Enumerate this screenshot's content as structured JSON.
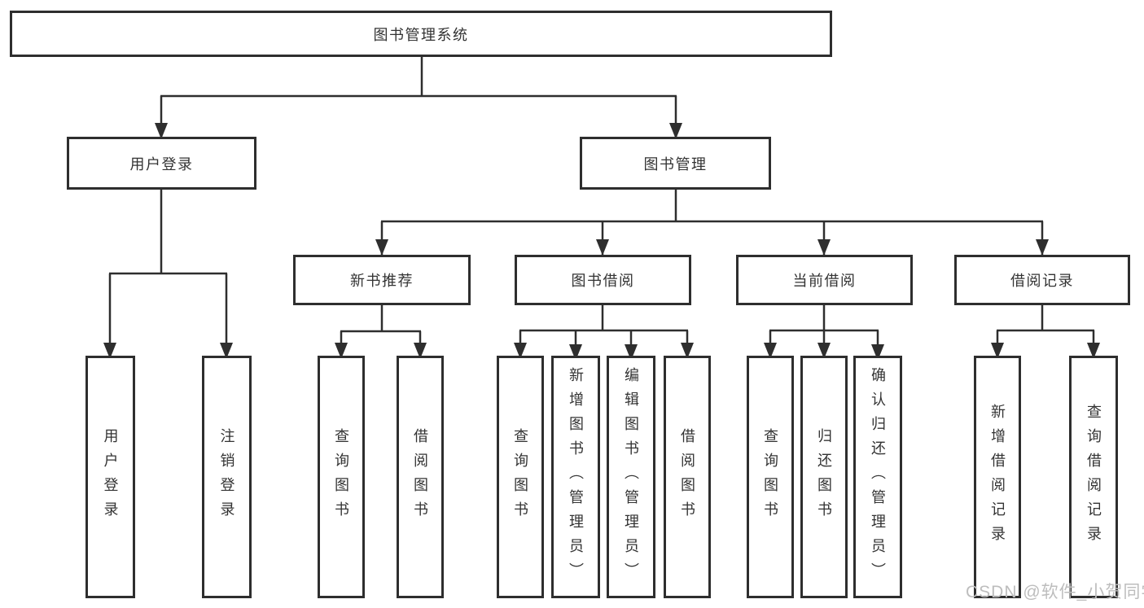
{
  "watermark": "CSDN @软件_小贺同学",
  "colors": {
    "line": "#2e2e2e",
    "text": "#333333",
    "watermark": "#bdbdbd",
    "background": "#ffffff"
  },
  "nodes": {
    "root": "图书管理系统",
    "user_login": {
      "label": "用户登录",
      "children": [
        "用户登录",
        "注销登录"
      ]
    },
    "book_management": {
      "label": "图书管理",
      "sections": [
        {
          "label": "新书推荐",
          "children": [
            "查询图书",
            "借阅图书"
          ]
        },
        {
          "label": "图书借阅",
          "children": [
            "查询图书",
            "新增图书（管理员）",
            "编辑图书（管理员）",
            "借阅图书"
          ]
        },
        {
          "label": "当前借阅",
          "children": [
            "查询图书",
            "归还图书",
            "确认归还（管理员）"
          ]
        },
        {
          "label": "借阅记录",
          "children": [
            "新增借阅记录",
            "查询借阅记录"
          ]
        }
      ]
    }
  }
}
